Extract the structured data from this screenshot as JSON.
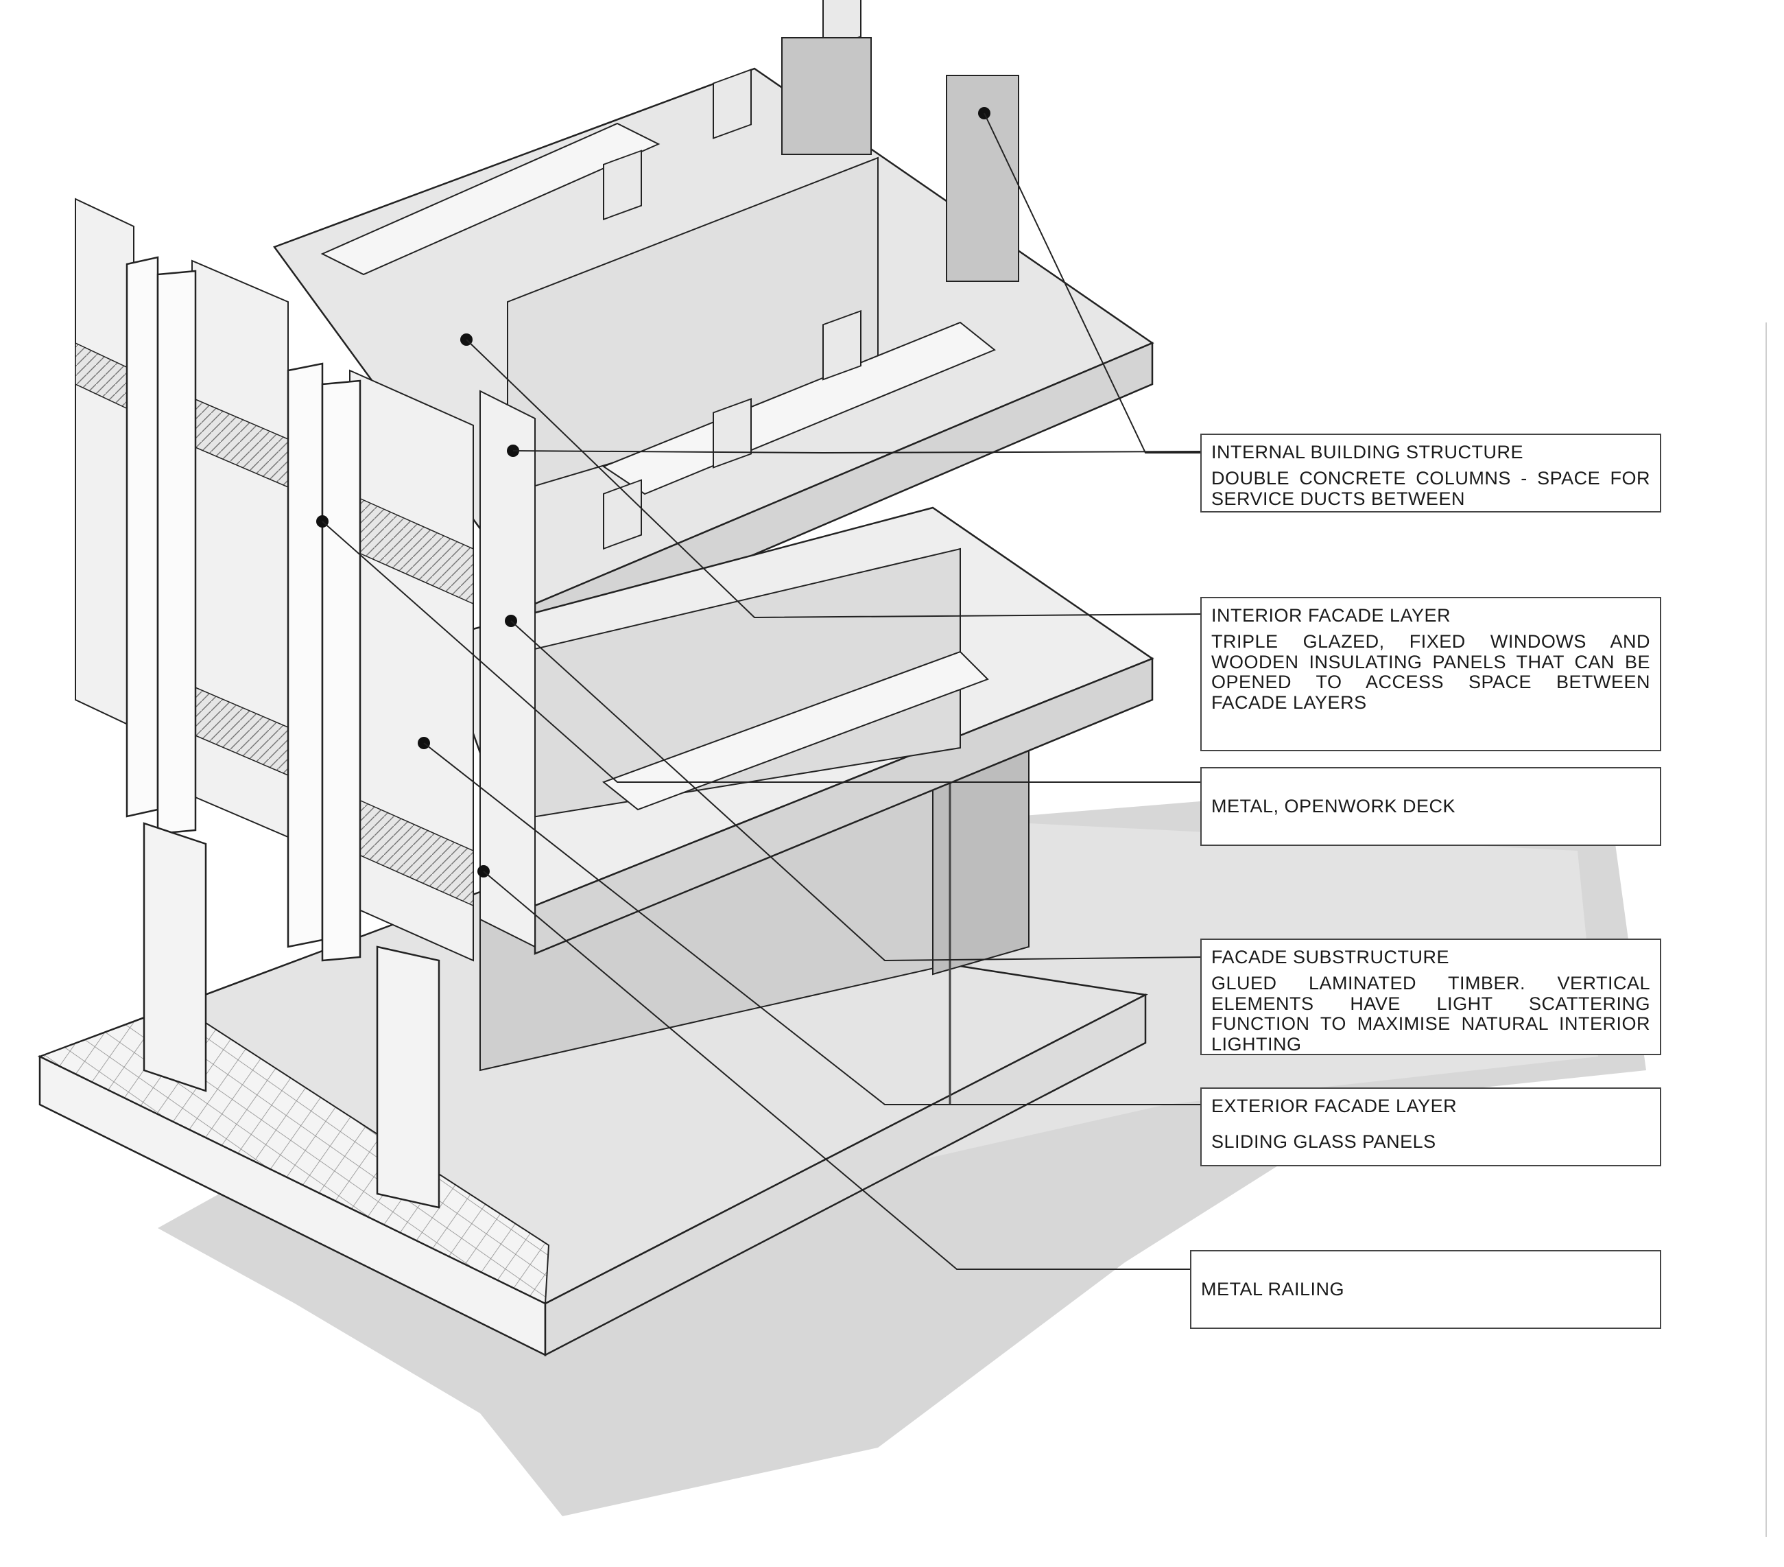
{
  "callouts": [
    {
      "title": "INTERNAL BUILDING STRUCTURE",
      "description": "DOUBLE CONCRETE COLUMNS - SPACE FOR SERVICE DUCTS BETWEEN"
    },
    {
      "title": "INTERIOR FACADE LAYER",
      "description": "TRIPLE GLAZED, FIXED WINDOWS AND WOODEN INSULATING PANELS THAT CAN BE OPENED TO ACCESS SPACE BETWEEN FACADE LAYERS"
    },
    {
      "title": "METAL, OPENWORK DECK",
      "description": ""
    },
    {
      "title": "FACADE SUBSTRUCTURE",
      "description": "GLUED LAMINATED TIMBER. VERTICAL ELEMENTS HAVE LIGHT SCATTERING FUNCTION TO MAXIMISE NATURAL INTERIOR LIGHTING"
    },
    {
      "title": "EXTERIOR FACADE LAYER",
      "description": "SLIDING GLASS PANELS"
    },
    {
      "title": "METAL RAILING",
      "description": ""
    }
  ],
  "colors": {
    "line": "#222222",
    "wall": "#d6d6d6",
    "wall_dark": "#bdbdbd",
    "slab": "#ececec",
    "shadow": "#d9d9d9",
    "glass": "#f1f1f1"
  }
}
